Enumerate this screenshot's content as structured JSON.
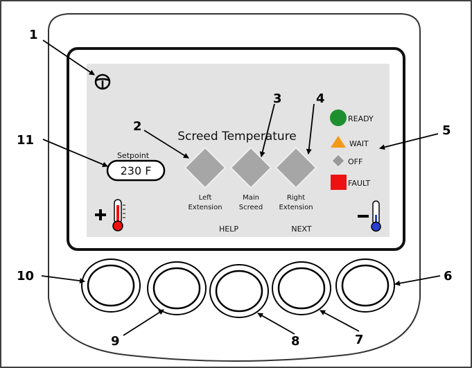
{
  "screen": {
    "title": "Screed Temperature",
    "setpoint_label": "Setpoint",
    "setpoint_value": "230 F"
  },
  "zones": [
    {
      "line1": "Left",
      "line2": "Extension"
    },
    {
      "line1": "Main",
      "line2": "Screed"
    },
    {
      "line1": "Right",
      "line2": "Extension"
    }
  ],
  "soft_labels": {
    "help": "HELP",
    "next": "NEXT"
  },
  "status": {
    "ready": "READY",
    "wait": "WAIT",
    "off": "OFF",
    "fault": "FAULT"
  },
  "colors": {
    "ready": "#1e8f2e",
    "wait": "#f29a1a",
    "off": "#9a9a9a",
    "fault": "#ee1111",
    "screen_bg": "#e3e3e3"
  },
  "icons": {
    "steering": "steering-wheel-icon",
    "plus": "plus-icon",
    "minus": "minus-icon",
    "hot": "thermometer-hot-icon",
    "cold": "thermometer-cold-icon"
  },
  "callouts": [
    "1",
    "2",
    "3",
    "4",
    "5",
    "6",
    "7",
    "8",
    "9",
    "10",
    "11"
  ]
}
